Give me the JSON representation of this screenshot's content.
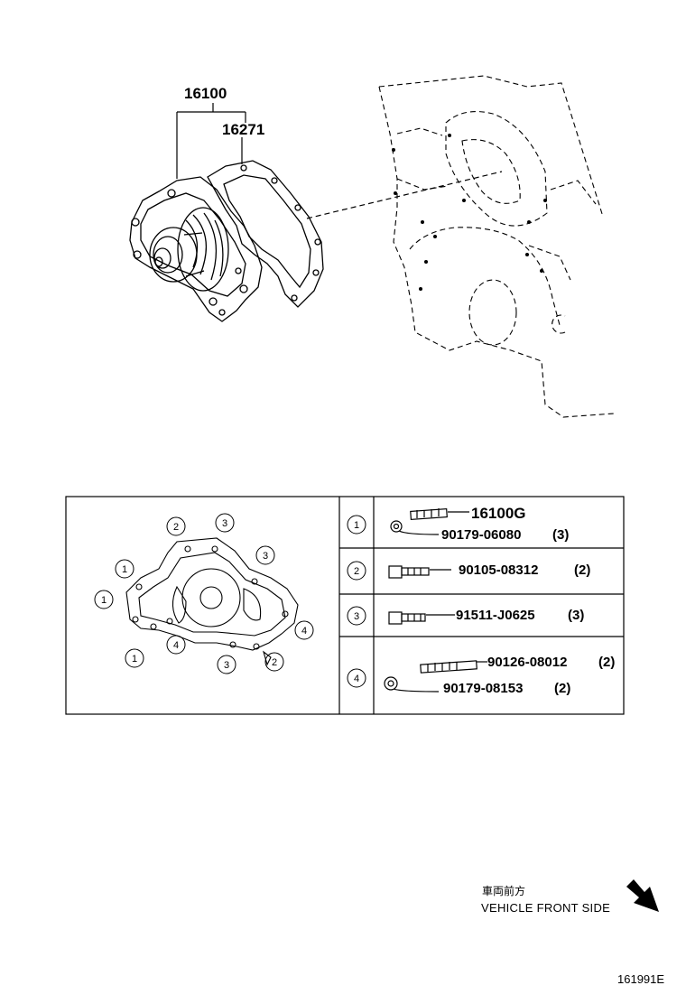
{
  "callouts": {
    "water_pump": "16100",
    "gasket": "16271"
  },
  "fastener_table": {
    "rows": [
      {
        "marker": "1",
        "parts": [
          {
            "number": "16100G",
            "qty": ""
          },
          {
            "number": "90179-06080",
            "qty": "(3)"
          }
        ]
      },
      {
        "marker": "2",
        "parts": [
          {
            "number": "90105-08312",
            "qty": "(2)"
          }
        ]
      },
      {
        "marker": "3",
        "parts": [
          {
            "number": "91511-J0625",
            "qty": "(3)"
          }
        ]
      },
      {
        "marker": "4",
        "parts": [
          {
            "number": "90126-08012",
            "qty": "(2)"
          },
          {
            "number": "90179-08153",
            "qty": "(2)"
          }
        ]
      }
    ],
    "pattern_labels": [
      "2",
      "3",
      "1",
      "3",
      "1",
      "4",
      "1",
      "4",
      "3",
      "2"
    ]
  },
  "direction": {
    "label_jp": "車両前方",
    "label_en": "VEHICLE FRONT SIDE",
    "arrow_icon": "arrow-down-right-icon"
  },
  "illustration_id": "161991E"
}
